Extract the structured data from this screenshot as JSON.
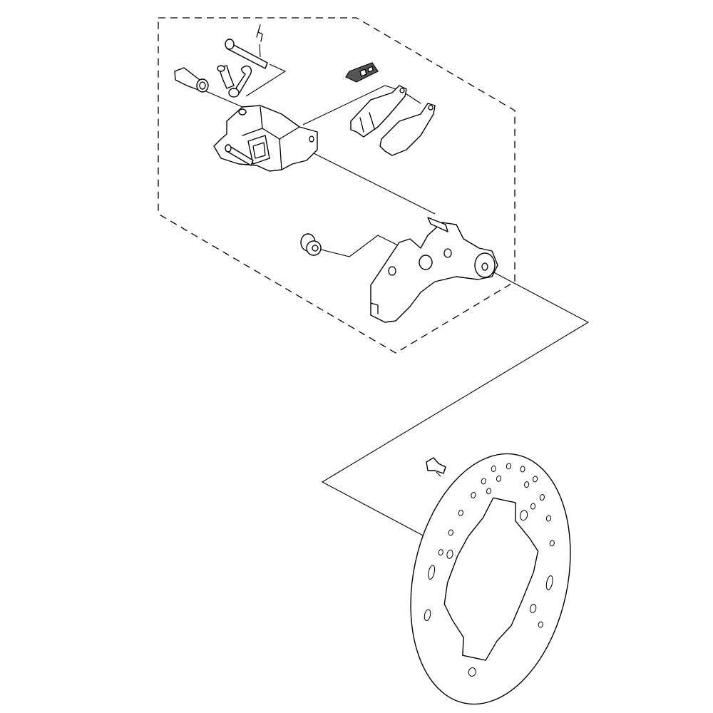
{
  "diagram": {
    "type": "exploded parts diagram",
    "line_color": "#000000",
    "background": "#ffffff",
    "parts": [
      "caliper-bolt",
      "pad-pin",
      "pin-clip",
      "bleeder-screw",
      "bleeder-cap",
      "brake-caliper",
      "pad-spring",
      "brake-pad-inner",
      "brake-pad-outer",
      "caliper-bracket",
      "bracket-boot",
      "brake-disc",
      "disc-bolt"
    ]
  }
}
